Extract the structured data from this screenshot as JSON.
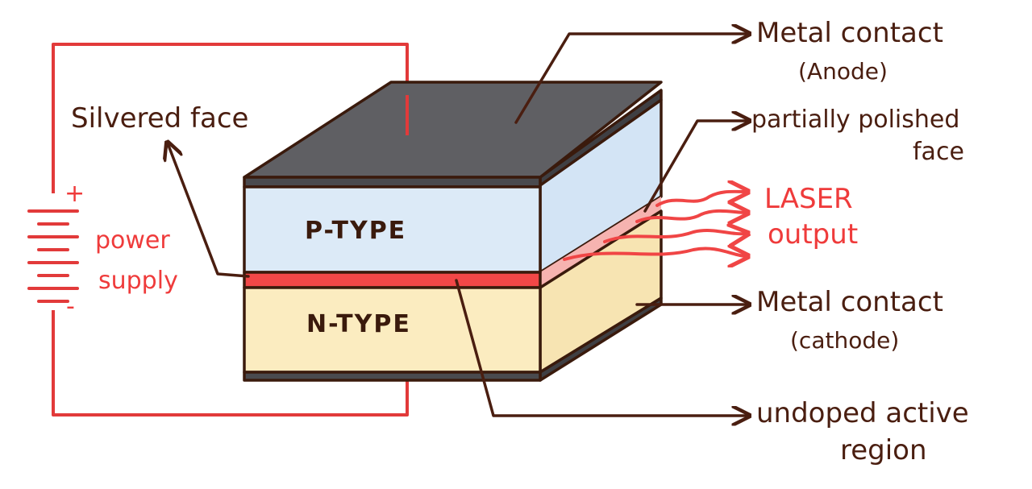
{
  "labels": {
    "metal_contact_top": "Metal contact",
    "anode": "(Anode)",
    "silvered_face": "Silvered face",
    "partially_polished_1": "partially polished",
    "partially_polished_2": "face",
    "laser_1": "LASER",
    "laser_2": "output",
    "metal_contact_bottom": "Metal contact",
    "cathode": "(cathode)",
    "undoped_1": "undoped active",
    "undoped_2": "region",
    "power_1": "power",
    "power_2": "supply",
    "plus": "+",
    "minus": "-",
    "p_type": "P-TYPE",
    "n_type": "N-TYPE"
  },
  "colors": {
    "metal": "#5f5f63",
    "metal_side": "#3f3f43",
    "p_layer": "#dceaf7",
    "p_side": "#d3e4f5",
    "n_layer": "#fbecc0",
    "n_side": "#f7e4b2",
    "active_region": "#f24747",
    "active_side": "#f6b3b0",
    "wire": "#e23a3a",
    "ink": "#4a1e10"
  }
}
